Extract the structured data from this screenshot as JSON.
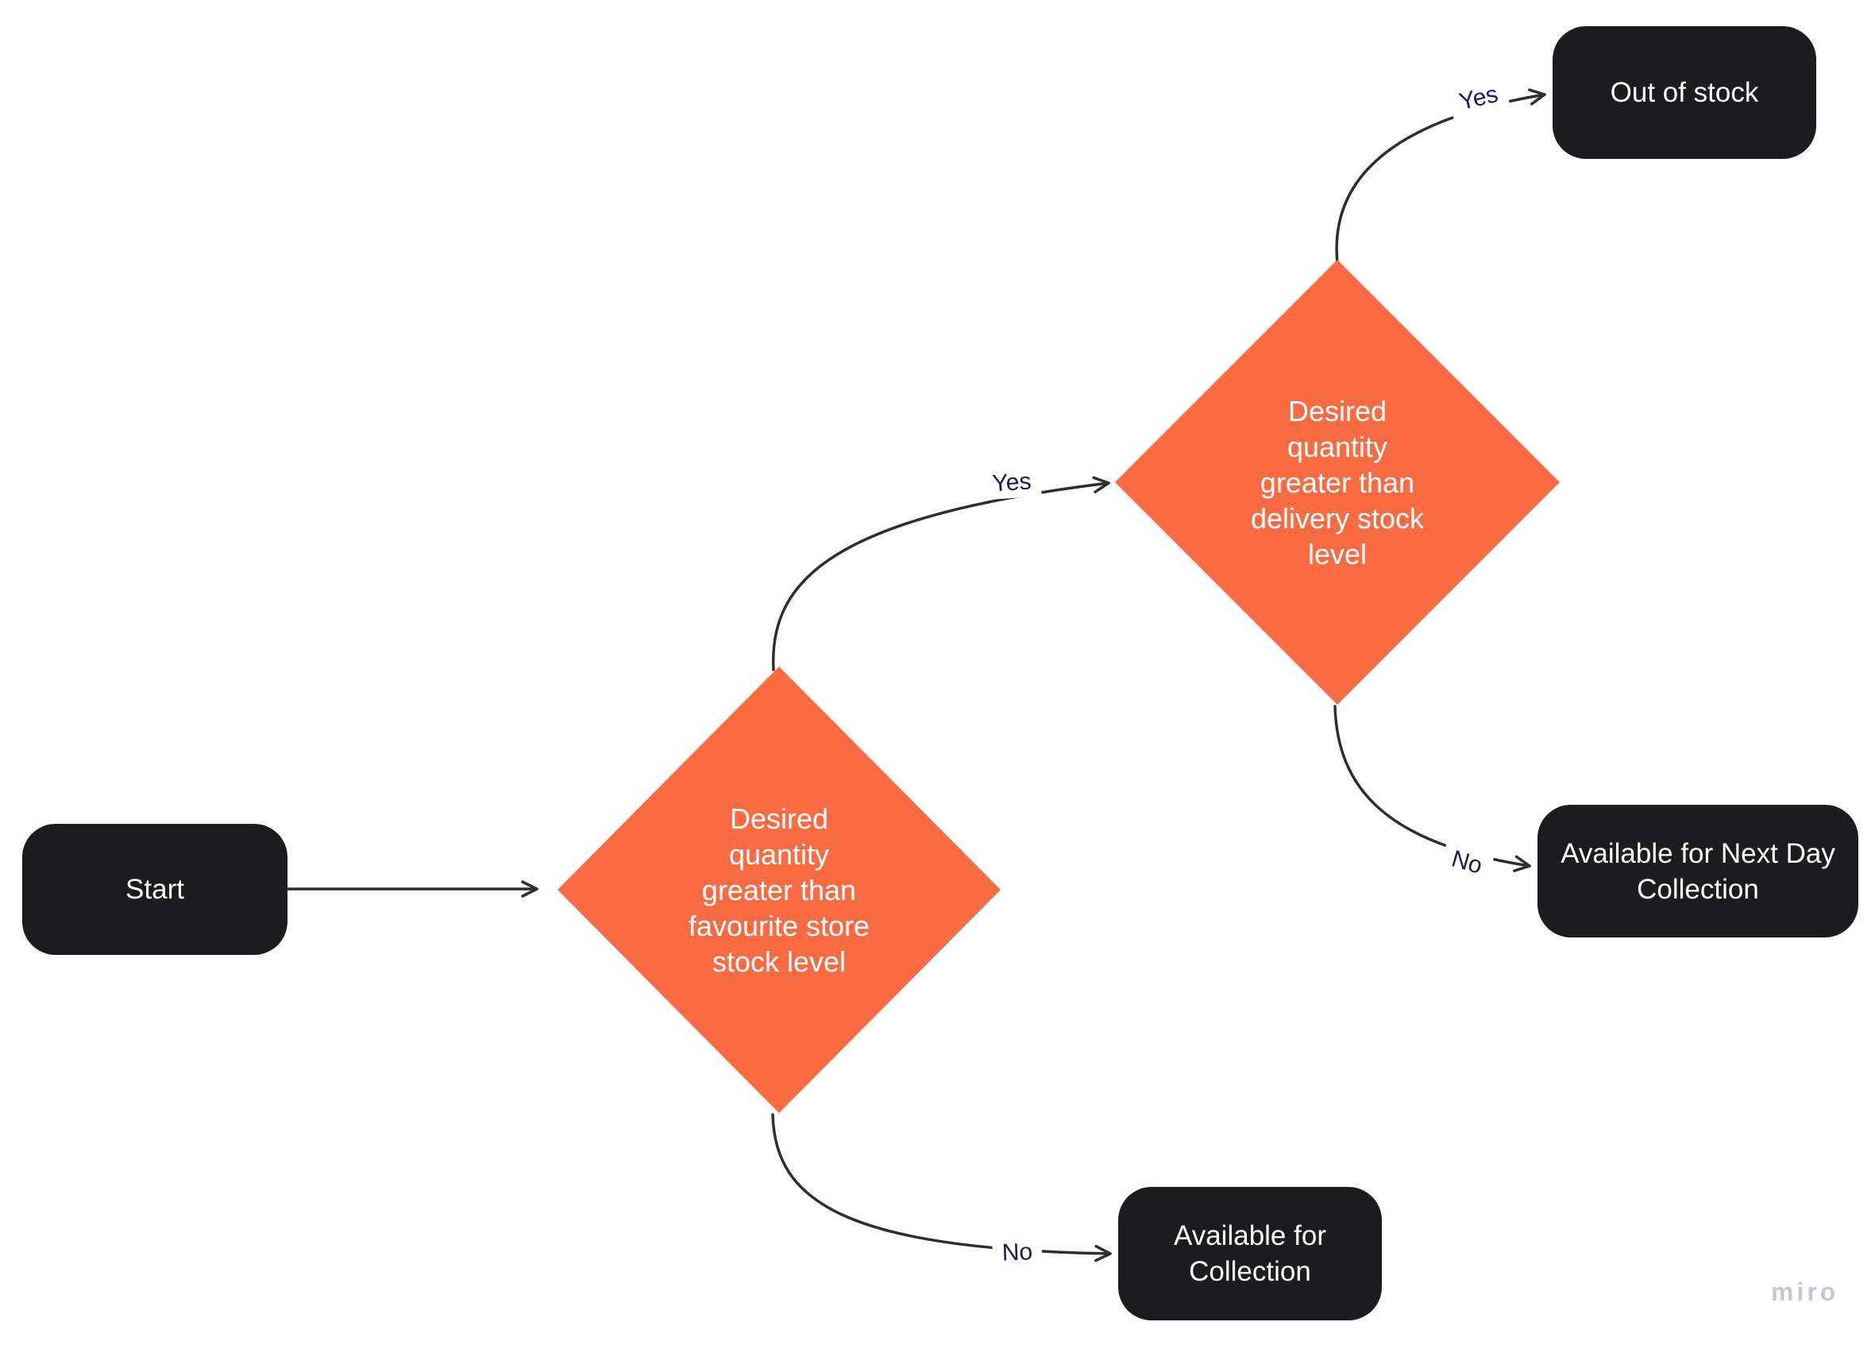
{
  "canvas": {
    "watermark": "miro"
  },
  "nodes": {
    "start": {
      "label": "Start",
      "type": "terminal"
    },
    "decision_favourite": {
      "label": "Desired quantity greater than favourite store stock level",
      "type": "decision"
    },
    "decision_delivery": {
      "label": "Desired quantity greater than delivery stock level",
      "type": "decision"
    },
    "out_of_stock": {
      "label": "Out of stock",
      "type": "terminal"
    },
    "next_day": {
      "label": "Available for Next Day Collection",
      "type": "terminal"
    },
    "collection": {
      "label": "Available for Collection",
      "type": "terminal"
    }
  },
  "edges": {
    "start_to_favourite": {
      "from": "start",
      "to": "decision_favourite"
    },
    "favourite_to_delivery": {
      "from": "decision_favourite",
      "to": "decision_delivery",
      "label": "Yes"
    },
    "favourite_to_collection": {
      "from": "decision_favourite",
      "to": "collection",
      "label": "No"
    },
    "delivery_to_out_of_stock": {
      "from": "decision_delivery",
      "to": "out_of_stock",
      "label": "Yes"
    },
    "delivery_to_next_day": {
      "from": "decision_delivery",
      "to": "next_day",
      "label": "No"
    }
  },
  "colors": {
    "decision_fill": "#f96b42",
    "terminal_fill": "#1c1c1e",
    "node_text": "#ffffff",
    "edge_line": "#2e2e2e",
    "edge_label_text": "#19195f",
    "watermark_text": "#c7c7d3",
    "background": "#ffffff"
  }
}
